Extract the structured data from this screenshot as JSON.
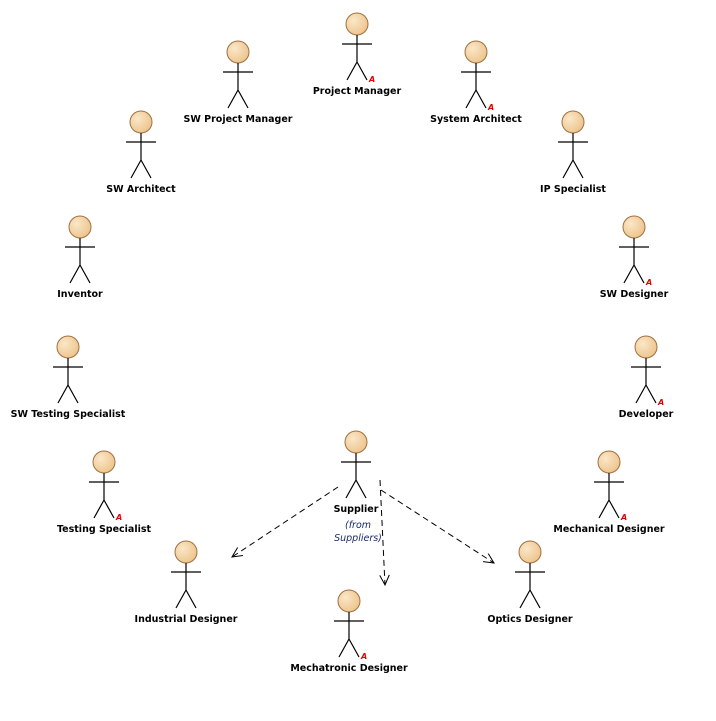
{
  "diagram": {
    "actors": [
      {
        "name": "Project Manager",
        "abstract_marker": "A"
      },
      {
        "name": "SW Project Manager"
      },
      {
        "name": "System Architect",
        "abstract_marker": "A"
      },
      {
        "name": "SW Architect"
      },
      {
        "name": "IP Specialist"
      },
      {
        "name": "Inventor"
      },
      {
        "name": "SW Designer",
        "abstract_marker": "A"
      },
      {
        "name": "SW Testing Specialist"
      },
      {
        "name": "Developer",
        "abstract_marker": "A"
      },
      {
        "name": "Testing Specialist",
        "abstract_marker": "A"
      },
      {
        "name": "Mechanical Designer",
        "abstract_marker": "A"
      },
      {
        "name": "Supplier",
        "from_line1": "(from",
        "from_line2": "Suppliers)"
      },
      {
        "name": "Industrial Designer"
      },
      {
        "name": "Optics Designer"
      },
      {
        "name": "Mechatronic Designer",
        "abstract_marker": "A"
      }
    ],
    "dependencies": [
      {
        "from": "Supplier",
        "to": "Industrial Designer"
      },
      {
        "from": "Supplier",
        "to": "Mechatronic Designer"
      },
      {
        "from": "Supplier",
        "to": "Optics Designer"
      }
    ],
    "colors": {
      "actor_fill": "#f6d6a8",
      "actor_stroke": "#a07040",
      "line": "#000000",
      "marker": "#e00000"
    }
  }
}
